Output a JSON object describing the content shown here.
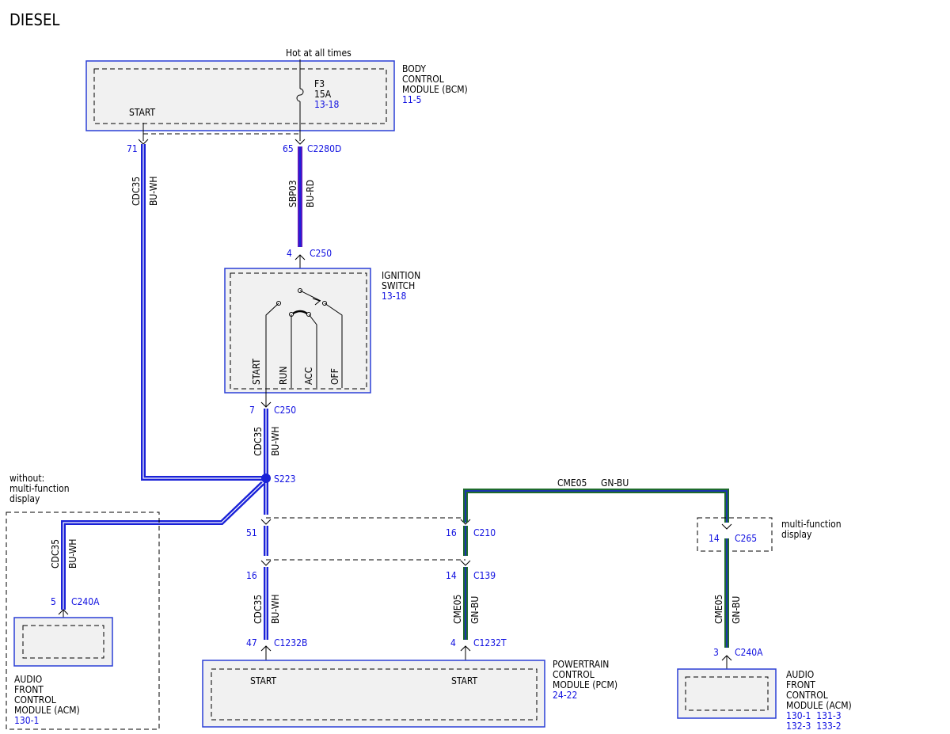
{
  "title": "DIESEL",
  "power_source": "Hot at all times",
  "bcm": {
    "name_lines": [
      "BODY",
      "CONTROL",
      "MODULE (BCM)"
    ],
    "ref": "11-5",
    "start_label": "START",
    "fuse": {
      "name": "F3",
      "rating": "15A",
      "ref": "13-18"
    }
  },
  "ignition_switch": {
    "name_lines": [
      "IGNITION",
      "SWITCH"
    ],
    "ref": "13-18",
    "positions": [
      "START",
      "RUN",
      "ACC",
      "OFF"
    ]
  },
  "pcm": {
    "name_lines": [
      "POWERTRAIN",
      "CONTROL",
      "MODULE (PCM)"
    ],
    "ref": "24-22",
    "start_left": "START",
    "start_right": "START"
  },
  "acm_left": {
    "name_lines": [
      "AUDIO",
      "FRONT",
      "CONTROL",
      "MODULE (ACM)"
    ],
    "ref": "130-1"
  },
  "acm_right": {
    "name_lines": [
      "AUDIO",
      "FRONT",
      "CONTROL",
      "MODULE (ACM)"
    ],
    "refs": [
      "130-1  131-3",
      "132-3  133-2"
    ]
  },
  "options": {
    "without_mfd": [
      "without:",
      "multi-function",
      "display"
    ],
    "with_mfd": [
      "multi-function",
      "display"
    ]
  },
  "wires": {
    "bcm_start": {
      "circuit": "CDC35",
      "color": "BU-WH"
    },
    "bcm_power": {
      "circuit": "SBP03",
      "color": "BU-RD"
    },
    "ign_out": {
      "circuit": "CDC35",
      "color": "BU-WH"
    },
    "acm_left": {
      "circuit": "CDC35",
      "color": "BU-WH"
    },
    "pcm_start": {
      "circuit": "CDC35",
      "color": "BU-WH"
    },
    "pcm_cme": {
      "circuit": "CME05",
      "color": "GN-BU"
    },
    "cme_top": {
      "circuit": "CME05",
      "color": "GN-BU"
    },
    "acm_right": {
      "circuit": "CME05",
      "color": "GN-BU"
    }
  },
  "connectors": {
    "bcm_71": {
      "pin": "71"
    },
    "bcm_65": {
      "pin": "65",
      "name": "C2280D"
    },
    "ign_in": {
      "pin": "4",
      "name": "C250"
    },
    "ign_out": {
      "pin": "7",
      "name": "C250"
    },
    "splice": {
      "name": "S223"
    },
    "c240a_left": {
      "pin": "5",
      "name": "C240A"
    },
    "c210_left": {
      "pin": "51"
    },
    "c210_right": {
      "pin": "16",
      "name": "C210"
    },
    "c139_left": {
      "pin": "16"
    },
    "c139_right": {
      "pin": "14",
      "name": "C139"
    },
    "c1232b": {
      "pin": "47",
      "name": "C1232B"
    },
    "c1232t": {
      "pin": "4",
      "name": "C1232T"
    },
    "c265": {
      "pin": "14",
      "name": "C265"
    },
    "c240a_right": {
      "pin": "3",
      "name": "C240A"
    }
  },
  "colors": {
    "module_border": "#2a3fd6",
    "module_fill": "#f1f1f1",
    "wire_blue": "#1a22d8",
    "wire_blue_red": "#5a1ac0",
    "wire_green": "#1e6b2c",
    "label_blue": "#1010e0"
  }
}
